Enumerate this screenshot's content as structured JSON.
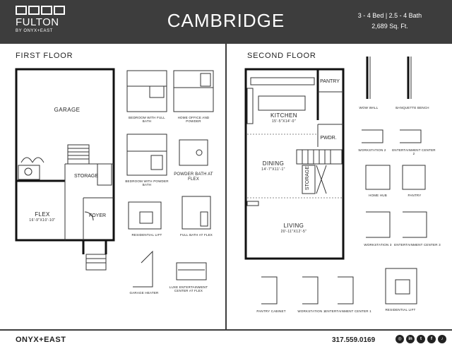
{
  "brand": {
    "mark": "",
    "name": "FULTON",
    "byline": "BY ONYX+EAST"
  },
  "plan": {
    "title": "CAMBRIDGE",
    "specs": "3 - 4 Bed | 2.5 - 4 Bath",
    "sqft": "2,689 Sq. Ft."
  },
  "first_floor": {
    "title": "FIRST FLOOR",
    "rooms": {
      "garage": "GARAGE",
      "storage": "STORAGE",
      "flex": "FLEX",
      "flex_dim": "16'-9\"X10'-10\"",
      "foyer": "FOYER"
    },
    "options": {
      "bedroom_full_bath": "BEDROOM WITH FULL BATH",
      "home_office": "HOME OFFICE AND POWDER",
      "bedroom_powder": "BEDROOM WITH POWDER BATH",
      "powder_bath_flex": "POWDER BATH AT FLEX",
      "residential_lift": "RESIDENTIAL LIFT",
      "full_bath_flex": "FULL BATH AT FLEX",
      "garage_heater": "GARAGE HEATER",
      "luxe_entertainment": "LUXE ENTERTAINMENT CENTER AT FLEX"
    }
  },
  "second_floor": {
    "title": "SECOND FLOOR",
    "rooms": {
      "pantry": "PANTRY",
      "kitchen": "KITCHEN",
      "kitchen_dim": "15'-5\"X14'-0\"",
      "pwdr": "PWDR.",
      "dining": "DINING",
      "dining_dim": "14'-7\"X11'-1\"",
      "storage": "STORAGE",
      "living": "LIVING",
      "living_dim": "20'-11\"X12'-5\""
    },
    "options": {
      "wow_wall": "WOW WALL",
      "banquette_bench": "BANQUETTE BENCH",
      "workstation_2": "WORKSTATION 2",
      "entertainment_center_2": "ENTERTAINMENT CENTER 2",
      "home_hub": "HOME HUB",
      "pantry": "PANTRY",
      "workstation_3": "WORKSTATION 3",
      "entertainment_center_3": "ENTERTAINMENT CENTER 3",
      "pantry_cabinet": "PANTRY CABINET",
      "workstation_1": "WORKSTATION 1",
      "entertainment_center_1": "ENTERTAINMENT CENTER 1",
      "residential_lift": "RESIDENTIAL LIFT"
    }
  },
  "footer": {
    "brand": "ONYX+EAST",
    "phone": "317.559.0169",
    "social_icons": [
      "instagram-icon",
      "linkedin-icon",
      "twitter-icon",
      "facebook-icon",
      "tiktok-icon"
    ]
  }
}
